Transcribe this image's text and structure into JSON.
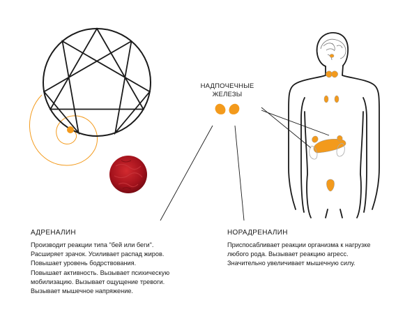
{
  "glands_label": {
    "line1": "НАДПОЧЕЧНЫЕ",
    "line2": "ЖЕЛЕЗЫ"
  },
  "adrenaline": {
    "title": "АДРЕНАЛИН",
    "lines": [
      "Производит реакции типа \"бей или беги\".",
      "Расширяет зрачок. Усиливает распад жиров.",
      "Повышает уровень бодрствования.",
      "Повышает активность. Вызывает психическую",
      "мобилизацию. Вызывает ощущение тревоги.",
      "Вызывает мышечное напряжение."
    ]
  },
  "noradrenaline": {
    "title": "НОРАДРЕНАЛИН",
    "lines": [
      "Приспосабливает реакции организма к нагрузке",
      "любого рода. Вызывает реакцию агресс.",
      "Значительно увеличивает мышечную силу."
    ]
  },
  "colors": {
    "accent_orange": "#f39a1c",
    "dark_red": "#a3121c",
    "line": "#1a1a1a"
  },
  "icons": {
    "enneagram": "enneagram-symbol",
    "spiral": "golden-spiral",
    "sphere": "red-planet-sphere",
    "body": "human-body-outline",
    "glands": "adrenal-glands"
  }
}
